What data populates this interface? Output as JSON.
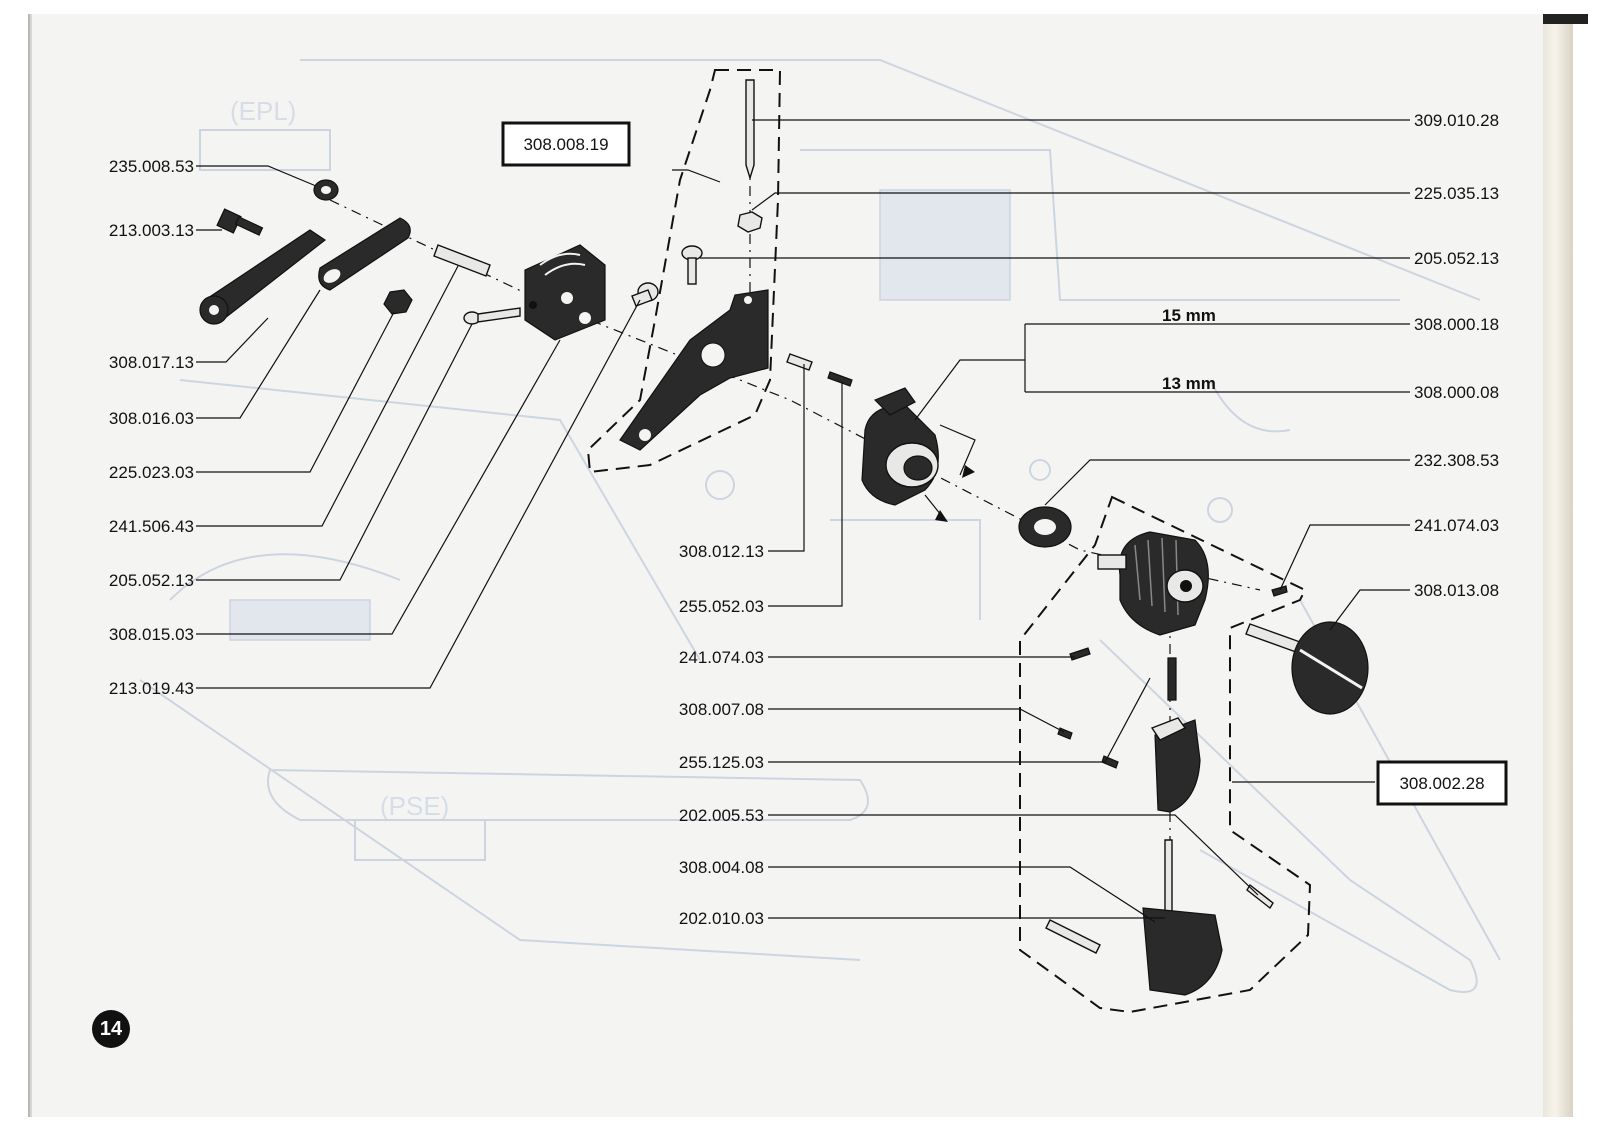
{
  "page_number": "14",
  "assembly_labels": {
    "left": "308.008.19",
    "right": "308.002.28"
  },
  "dimensions": {
    "upper": "15 mm",
    "lower": "13 mm"
  },
  "left_column_parts": [
    "235.008.53",
    "213.003.13",
    "308.017.13",
    "308.016.03",
    "225.023.03",
    "241.506.43",
    "205.052.13",
    "308.015.03",
    "213.019.43"
  ],
  "center_column_parts": [
    "308.012.13",
    "255.052.03",
    "241.074.03",
    "308.007.08",
    "255.125.03",
    "202.005.53",
    "308.004.08",
    "202.010.03"
  ],
  "right_column_parts": [
    "309.010.28",
    "225.035.13",
    "205.052.13",
    "308.000.18",
    "308.000.08",
    "232.308.53",
    "241.074.03",
    "308.013.08"
  ],
  "ghost_labels": {
    "top": "(EPL)",
    "bottom": "(PSE)"
  }
}
